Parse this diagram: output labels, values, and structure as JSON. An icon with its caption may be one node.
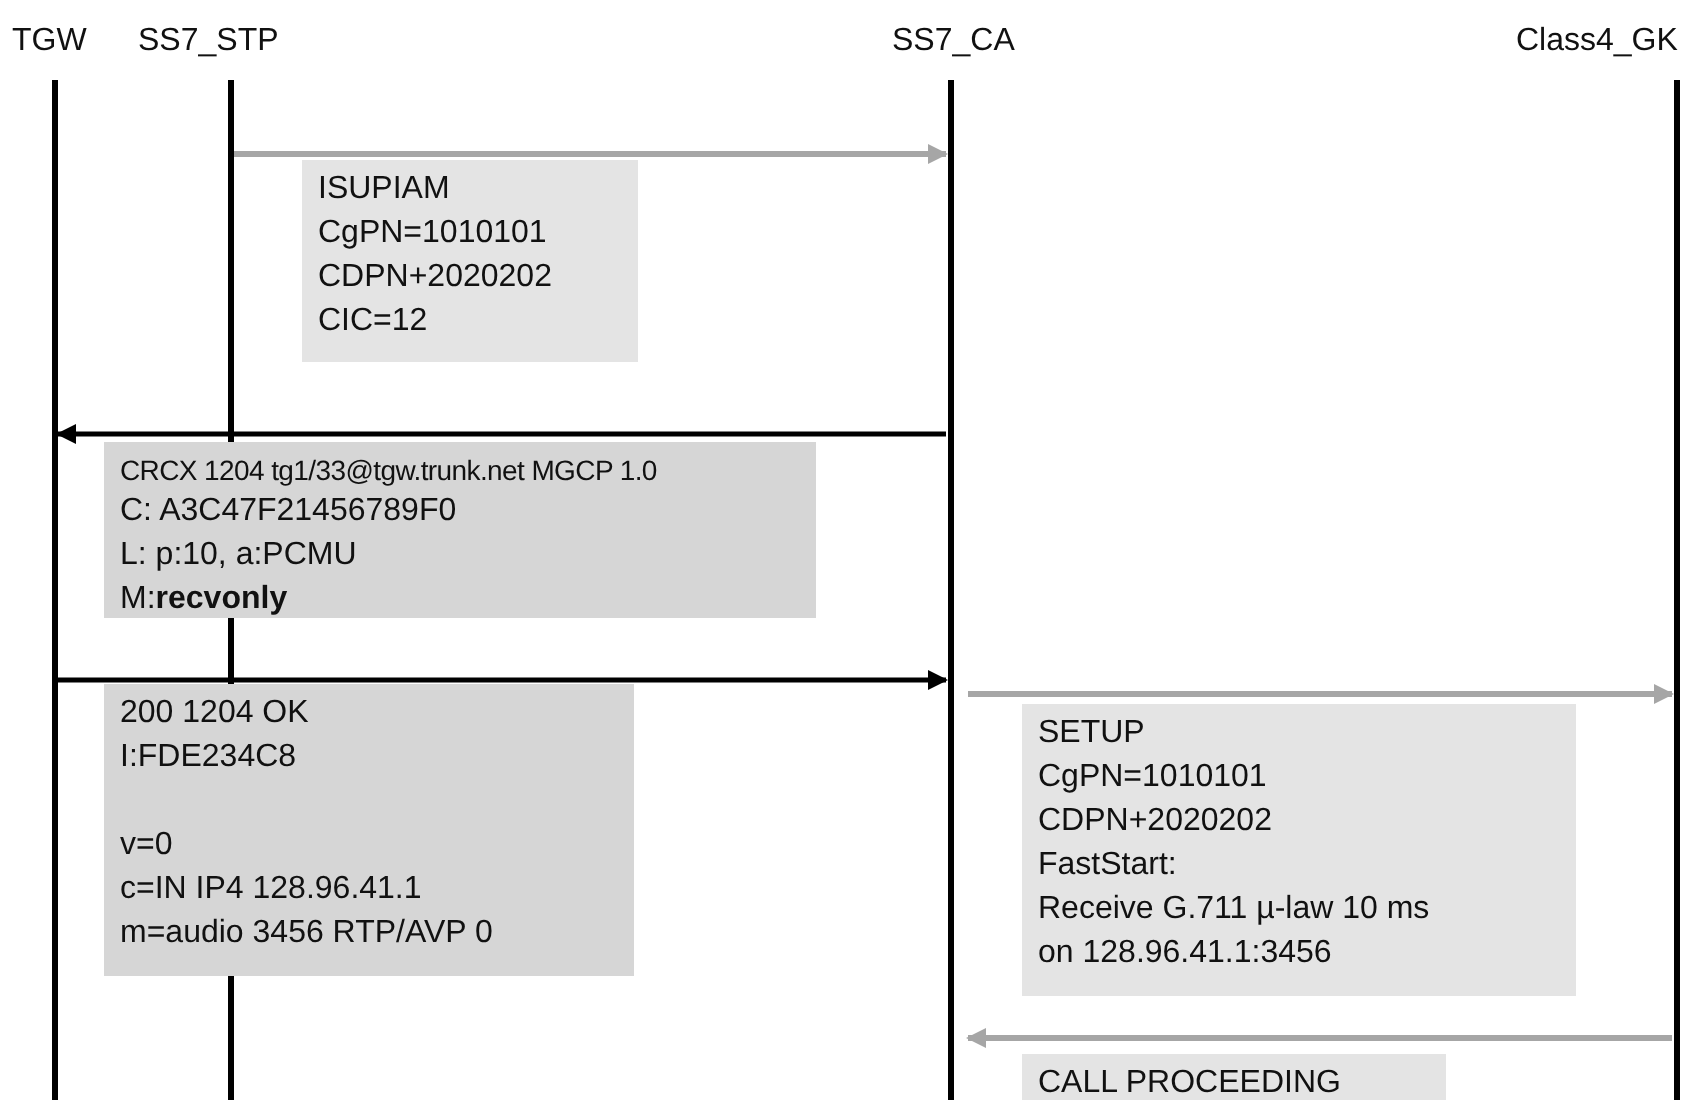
{
  "diagram": {
    "nodes": [
      {
        "text": [
          "TGW"
        ]
      },
      {
        "text": [
          "SS7_STP"
        ]
      },
      {
        "text": [
          "SS7_CA"
        ]
      },
      {
        "text": [
          "Class4_GK"
        ]
      },
      {
        "text": [
          "ISUPIAM",
          "CgPN=1010101",
          "CDPN+2020202",
          "CIC=12"
        ]
      },
      {
        "text": [
          "CRCX 1204 tg1/33@tgw.trunk.net MGCP 1.0",
          "C: A3C47F21456789F0",
          "L: p:10, a:PCMU",
          "M:**recvonly**"
        ]
      },
      {
        "text": [
          "200 1204 OK",
          "I:FDE234C8",
          "v=0",
          "c=IN IP4 128.96.41.1",
          "m=audio 3456 RTP/AVP 0"
        ]
      },
      {
        "text": [
          "SETUP",
          "CgPN=1010101",
          "CDPN+2020202",
          "FastStart:",
          "Receive G.711 µ-law 10 ms",
          "on 128.96.41.1:3456"
        ]
      },
      {
        "text": [
          "CALL PROCEEDING"
        ]
      }
    ],
    "edges": [
      {
        "from": 1,
        "to": 2,
        "arrow": "to"
      },
      {
        "from": 2,
        "to": 0,
        "arrow": "to",
        "color": "#000000"
      },
      {
        "from": 0,
        "to": 2,
        "arrow": "to",
        "color": "#000000"
      },
      {
        "from": 2,
        "to": 3,
        "arrow": "to"
      },
      {
        "from": 3,
        "to": 2,
        "arrow": "to"
      }
    ]
  }
}
